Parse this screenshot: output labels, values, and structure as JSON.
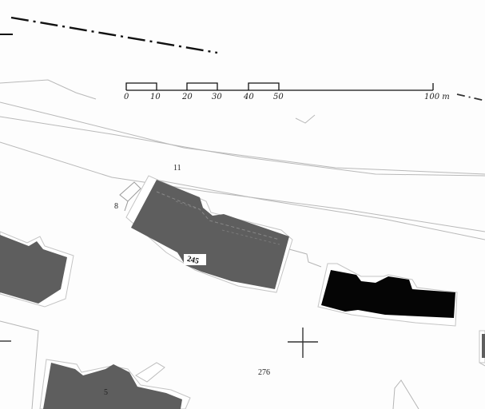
{
  "scale_bar": {
    "ticks": [
      "0",
      "10",
      "20",
      "30",
      "40",
      "50",
      "100 m"
    ]
  },
  "parcels": {
    "p11": "11",
    "p8": "8",
    "p245": "245",
    "p276": "276",
    "p5": "5"
  },
  "colors": {
    "paper": "#fdfdfd",
    "building_grey": "#5e5e5e",
    "building_black": "#050505",
    "outline": "#aaaaaa",
    "dash_line": "#111111"
  }
}
